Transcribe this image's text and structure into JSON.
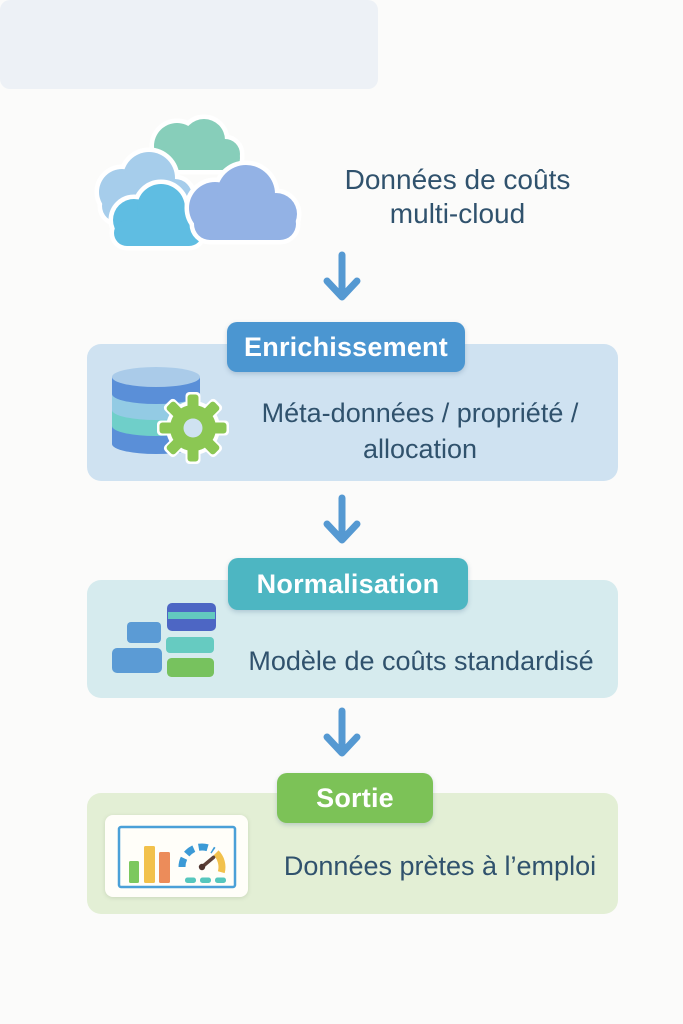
{
  "source": {
    "title_lines": [
      "Données de coûts",
      "multi-cloud"
    ],
    "icon": "multi-cloud-icon",
    "box_color": "#edf1f6"
  },
  "steps": [
    {
      "name": "enrichissement",
      "badge_label": "Enrichissement",
      "description_lines": [
        "Méta-données / propriété /",
        "allocation"
      ],
      "icon": "database-gear-icon",
      "badge_color": "#4b96d1",
      "box_color": "#cfe2f1"
    },
    {
      "name": "normalisation",
      "badge_label": "Normalisation",
      "description_lines": [
        "Modèle de coûts standardisé"
      ],
      "icon": "stacked-blocks-icon",
      "badge_color": "#4db6c2",
      "box_color": "#d6ebee"
    },
    {
      "name": "sortie",
      "badge_label": "Sortie",
      "description_lines": [
        "Données prètes à l’emploi"
      ],
      "icon": "dashboard-gauge-icon",
      "badge_color": "#7cc257",
      "box_color": "#e3efd5"
    }
  ],
  "colors": {
    "arrow": "#5599d2",
    "text": "#30526d",
    "cloud_teal": "#87ceba",
    "cloud_light_blue": "#a6cdeb",
    "cloud_cyan": "#5fbde2",
    "cloud_periwinkle": "#93b2e5"
  }
}
